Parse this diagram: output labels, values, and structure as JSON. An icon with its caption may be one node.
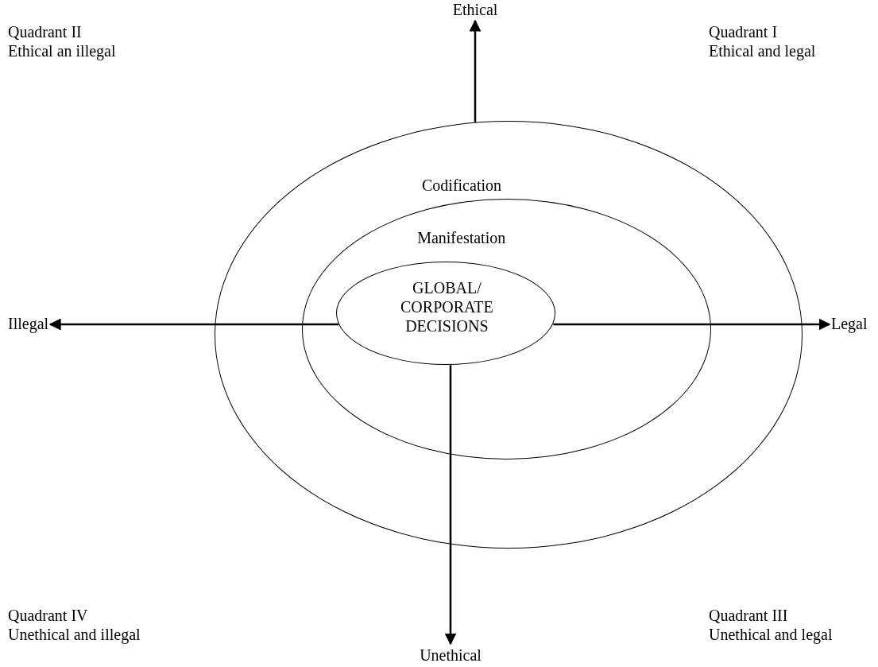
{
  "diagram": {
    "nodes": [
      {
        "text": [
          "Codification"
        ]
      },
      {
        "text": [
          "Manifestation"
        ],
        "in": 0
      },
      {
        "text": [
          "GLOBAL/ CORPORATE DECISIONS"
        ],
        "in": 1
      },
      {
        "text": [
          "Ethical"
        ]
      },
      {
        "text": [
          "Illegal"
        ]
      },
      {
        "text": [
          "Legal"
        ]
      },
      {
        "text": [
          "Unethical"
        ]
      }
    ],
    "edges": [
      {
        "from": 0,
        "to": 3,
        "arrow": "to"
      },
      {
        "from": 2,
        "to": 4,
        "arrow": "to"
      },
      {
        "from": 2,
        "to": 5,
        "arrow": "to"
      },
      {
        "from": 2,
        "to": 6,
        "arrow": "to"
      }
    ],
    "labels": [
      "Quadrant II",
      "Ethical an illegal",
      "Quadrant I",
      "Ethical and legal",
      "Quadrant IV",
      "Unethical and illegal",
      "Quadrant III",
      "Unethical and legal"
    ]
  }
}
